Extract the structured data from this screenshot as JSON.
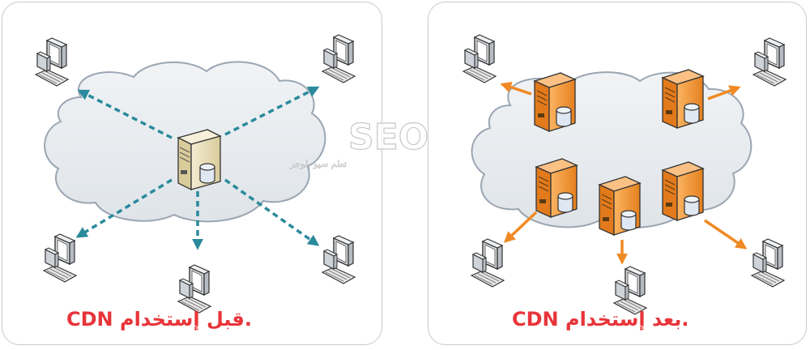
{
  "left": {
    "caption": "CDN قبل إستخدام."
  },
  "right": {
    "caption": "CDN بعد إستخدام."
  },
  "watermark": {
    "logo": "SEO",
    "tagline": "تعلم سيو بلوجر"
  },
  "colors": {
    "dashed_arrow": "#2a8a9c",
    "solid_arrow": "#f08a24",
    "cloud_fill": "#e7ebef",
    "cloud_stroke": "#9aa6b2",
    "origin_server": "#e9dfba",
    "edge_server": "#f39b3a",
    "caption": "#e8353a",
    "border": "#c9c9c9"
  },
  "icons": [
    "computer-icon",
    "server-icon",
    "database-icon",
    "cloud-icon"
  ]
}
